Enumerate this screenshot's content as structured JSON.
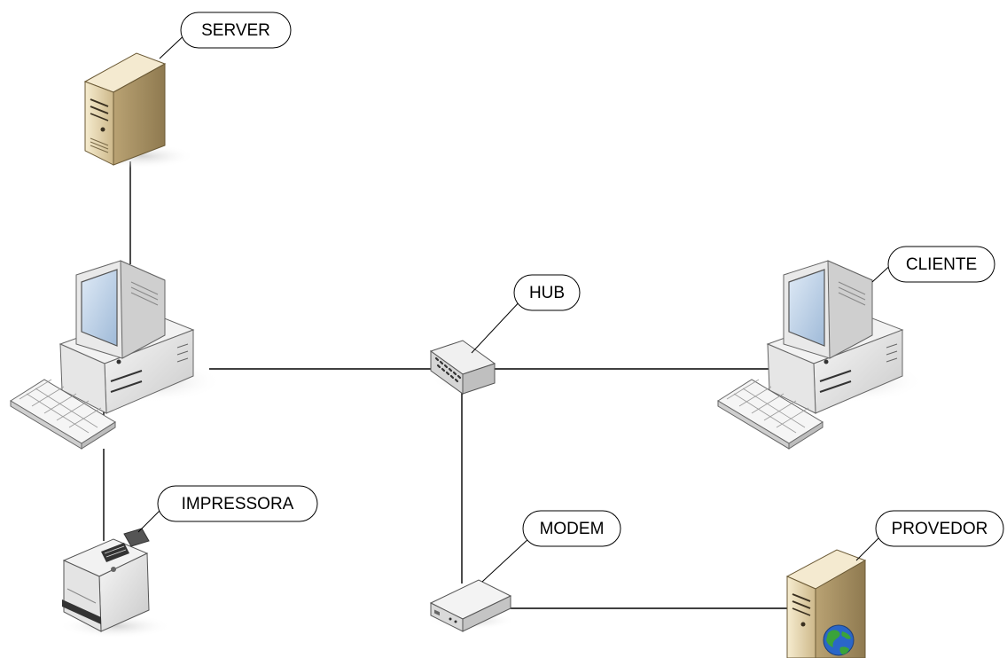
{
  "diagram": {
    "labels": {
      "server": "SERVER",
      "hub": "HUB",
      "cliente": "CLIENTE",
      "impressora": "IMPRESSORA",
      "modem": "MODEM",
      "provedor": "PROVEDOR"
    },
    "colors": {
      "line": "#000000",
      "tower_beige": "#e8d9b4",
      "monitor_gray": "#e0e0e0",
      "screen_blue": "#b9cfe6",
      "globe_blue": "#2a66c8",
      "globe_green": "#3aa33a"
    }
  }
}
